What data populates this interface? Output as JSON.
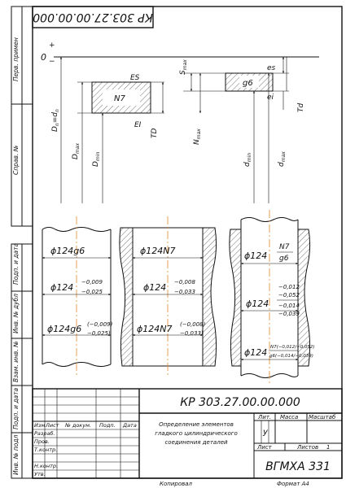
{
  "colors": {
    "ink": "#111111",
    "axis": "#e08a2a",
    "paper": "#ffffff"
  },
  "top_stamp": "КР 303.27.00.00.000",
  "side_labels": {
    "perv_primen": "Перв. примен",
    "sprav_no": "Справ. №",
    "podp_data": "Подп. и дата",
    "inv_dubl": "Инв. № дубл",
    "vzam_inv": "Взам. инв. №",
    "podp_data2": "Подп. и дата",
    "inv_podl": "Инв. № подл"
  },
  "scheme": {
    "zero_line": "0",
    "plus": "+",
    "minus": "−",
    "hole_zone": "N7",
    "shaft_zone": "g6",
    "ES": "ES",
    "EI": "EI",
    "TD": "TD",
    "Smax": "S",
    "Smax_sub": "max",
    "Nmax": "N",
    "Nmax_sub": "max",
    "es": "es",
    "ei": "ei",
    "Td": "Td",
    "Dn": "D",
    "Dn_sub": "n",
    "dn": "=d",
    "dn_sub": "n",
    "Dmax": "D",
    "Dmax_sub": "max",
    "Dmin": "D",
    "Dmin_sub": "min",
    "dmin": "d",
    "dmin_sub": "min",
    "dmax": "d",
    "dmax_sub": "max"
  },
  "shaft_view": {
    "fit_main": "ϕ124g6",
    "dev_base": "ϕ124",
    "dev_upper": "−0,009",
    "dev_lower": "−0,025",
    "mixed_base": "ϕ124g6",
    "mixed_upper": "(−0,009)",
    "mixed_lower": "−0,025)"
  },
  "hole_view": {
    "fit_main": "ϕ124N7",
    "dev_base": "ϕ124",
    "dev_upper": "−0,008",
    "dev_lower": "−0,033",
    "mixed_base": "ϕ124N7",
    "mixed_upper": "(−0,008)",
    "mixed_lower": "−0,033)"
  },
  "assembly_view": {
    "fit_base": "ϕ124",
    "fit_num": "N7",
    "fit_den": "g6",
    "dev_base": "ϕ124",
    "dev_n_upper": "−0,012",
    "dev_n_lower": "−0,052",
    "dev_g_upper": "−0,014",
    "dev_g_lower": "−0,039",
    "mixed_base": "ϕ124",
    "mixed_num": "N7(−0,012/−0,052)",
    "mixed_den": "g6(−0,014/−0,039)"
  },
  "title_block": {
    "doc_number": "КР 303.27.00.00.000",
    "title_line1": "Определение элементов",
    "title_line2": "гладкого цилиндрического",
    "title_line3": "соединения деталей",
    "col_izm": "Изм",
    "col_list": "Лист",
    "col_ndokum": "№ докум.",
    "col_podp": "Подп.",
    "col_data": "Дата",
    "row_razrab": "Разраб.",
    "row_prov": "Пров.",
    "row_tkontr": "Т.контр.",
    "row_nkontr": "Н.контр.",
    "row_utv": "Утв.",
    "lit": "Лит.",
    "massa": "Масса",
    "masshtab": "Масштаб",
    "lit_value": "у",
    "sheet_label": "Лист",
    "sheets_label": "Листов",
    "sheets_value": "1",
    "org": "ВГМХА 331",
    "kopiroval": "Копировал",
    "format": "Формат  А4"
  }
}
